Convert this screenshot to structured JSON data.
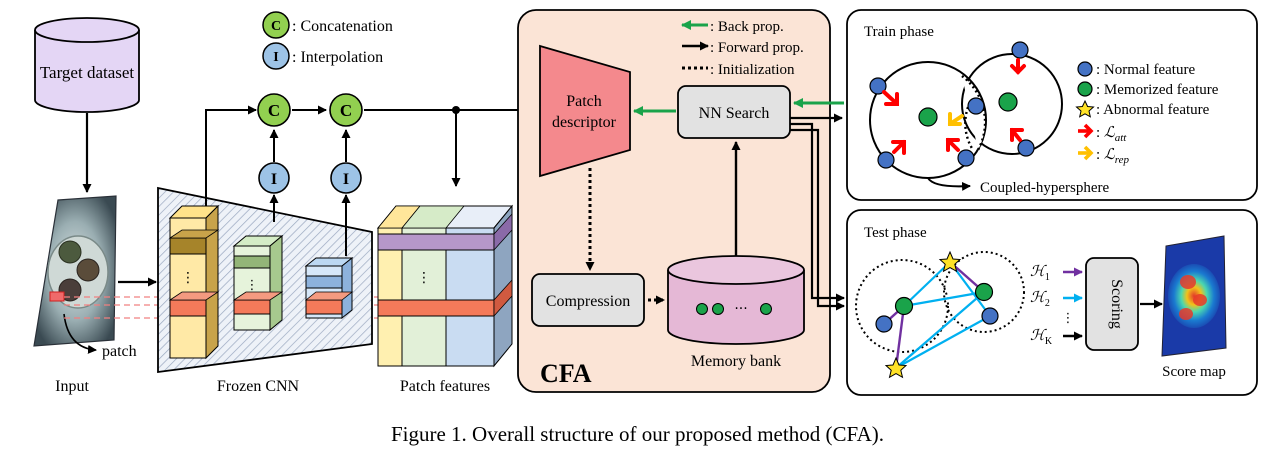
{
  "inputs": {
    "dataset_label": "Target dataset",
    "patch_label": "patch",
    "input_label": "Input"
  },
  "cnn": {
    "label": "Frozen CNN",
    "concat_symbol": "C",
    "interp_symbol": "I"
  },
  "patch_features": {
    "label": "Patch features"
  },
  "legend_ops": {
    "concat": ": Concatenation",
    "interp": ": Interpolation"
  },
  "cfa": {
    "title": "CFA",
    "descriptor_line1": "Patch",
    "descriptor_line2": "descriptor",
    "nn_search": "NN Search",
    "compression": "Compression",
    "memory_bank": "Memory bank",
    "bank_ellipsis": "···",
    "arrows_legend": {
      "back": ": Back prop.",
      "forward": ": Forward prop.",
      "init": ": Initialization"
    },
    "colors": {
      "panel": "#fbe4d6",
      "descriptor": "#f4898d",
      "bank": "#e5b8d6",
      "box": "#e2e2e2"
    }
  },
  "train_phase": {
    "title": "Train phase",
    "legend": {
      "normal": ": Normal feature",
      "memorized": ": Memorized feature",
      "abnormal": ": Abnormal feature",
      "att_main": "ℒ",
      "att_sub": "att",
      "rep_main": "ℒ",
      "rep_sub": "rep"
    },
    "coupled": "Coupled-hypersphere",
    "colors": {
      "normal": "#4472c4",
      "memorized": "#1aa34a",
      "abnormal": "#ffe227",
      "att": "#ff0000",
      "rep": "#ffc000"
    }
  },
  "test_phase": {
    "title": "Test phase",
    "h1_main": "ℋ",
    "h1_sub": "1",
    "h2_main": "ℋ",
    "h2_sub": "2",
    "hk_main": "ℋ",
    "hk_sub": "K",
    "dots": "⋮",
    "scoring": "Scoring",
    "score_map": "Score map",
    "colors": {
      "h1": "#7030a0",
      "h2": "#00b0f0"
    }
  },
  "caption": "Figure 1. Overall structure of our proposed method (CFA)."
}
